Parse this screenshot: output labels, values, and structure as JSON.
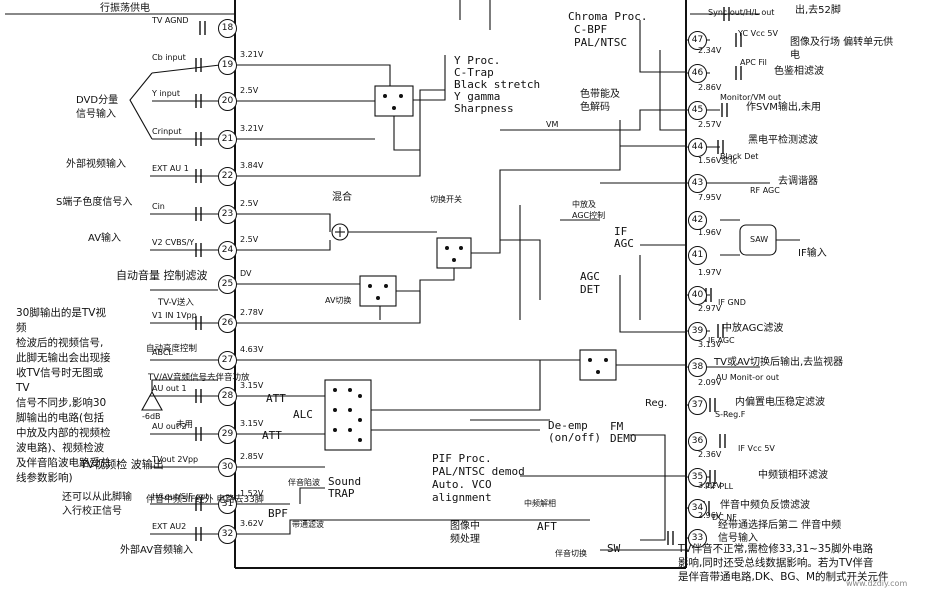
{
  "left_pins": [
    {
      "num": "18",
      "label": "TV AGND",
      "voltage": "",
      "desc": ""
    },
    {
      "num": "19",
      "label": "Cb input",
      "voltage": "3.21V",
      "desc": ""
    },
    {
      "num": "20",
      "label": "Y input",
      "voltage": "2.5V",
      "desc": ""
    },
    {
      "num": "21",
      "label": "Crinput",
      "voltage": "3.21V",
      "desc": ""
    },
    {
      "num": "22",
      "label": "EXT AU 1",
      "voltage": "3.84V",
      "desc": "外部视频输入"
    },
    {
      "num": "23",
      "label": "Cin",
      "voltage": "2.5V",
      "desc": "S端子色度信号入"
    },
    {
      "num": "24",
      "label": "V2 CVBS/Y",
      "voltage": "2.5V",
      "desc": "AV输入"
    },
    {
      "num": "25",
      "label": "",
      "voltage": "DV",
      "desc": "自动音量 控制滤波"
    },
    {
      "num": "26",
      "label": "V1 IN 1Vpp",
      "voltage": "2.78V",
      "desc": "TV-V送入"
    },
    {
      "num": "27",
      "label": "ABCL",
      "voltage": "4.63V",
      "desc": "自动亮度控制"
    },
    {
      "num": "28",
      "label": "AU out 1",
      "voltage": "3.15V",
      "desc": "TV/AV音频信号去伴音功放"
    },
    {
      "num": "29",
      "label": "AU out 2",
      "voltage": "3.15V",
      "desc": "未用"
    },
    {
      "num": "30",
      "label": "TVout 2Vpp",
      "voltage": "2.85V",
      "desc": "TV视频检 波输出"
    },
    {
      "num": "31",
      "label": "H/Lout/SIF out",
      "voltage": "1.52V",
      "desc": "伴音中频SIF经外 电路去33脚"
    },
    {
      "num": "32",
      "label": "EXT AU2",
      "voltage": "3.62V",
      "desc": "外部AV音频输入"
    }
  ],
  "right_pins": [
    {
      "num": "47",
      "label": "YC Vcc 5V",
      "voltage": "",
      "desc": "图像及行场 偏转单元供电"
    },
    {
      "num": "46",
      "label": "APC Fil",
      "voltage": "2.34V",
      "desc": "色鉴相滤波"
    },
    {
      "num": "45",
      "label": "Monitor/VM out",
      "voltage": "2.86V",
      "desc": "作SVM输出,未用"
    },
    {
      "num": "44",
      "label": "Black Det",
      "voltage": "2.57V",
      "desc": "黑电平检测滤波"
    },
    {
      "num": "43",
      "label": "RF AGC",
      "voltage": "1.56V变化",
      "desc": "去调谐器"
    },
    {
      "num": "42",
      "label": "",
      "voltage": "7.95V",
      "desc": ""
    },
    {
      "num": "41",
      "label": "",
      "voltage": "1.96V",
      "desc": "IF输入"
    },
    {
      "num": "40",
      "label": "IF GND",
      "voltage": "1.97V",
      "desc": ""
    },
    {
      "num": "39",
      "label": "IF AGC",
      "voltage": "2.97V",
      "desc": "中放AGC滤波"
    },
    {
      "num": "38",
      "label": "AU Monit-or out",
      "voltage": "3.13V",
      "desc": "TV或AV切换后输出,去监视器"
    },
    {
      "num": "37",
      "label": "S-Reg.F",
      "voltage": "2.09V",
      "desc": "内偏置电压稳定滤波"
    },
    {
      "num": "36",
      "label": "IF Vcc 5V",
      "voltage": "",
      "desc": ""
    },
    {
      "num": "35",
      "label": "PIF PLL",
      "voltage": "2.36V",
      "desc": "中频锁相环滤波"
    },
    {
      "num": "34",
      "label": "DC NF",
      "voltage": "3.12V",
      "desc": "伴音中频负反馈滤波"
    },
    {
      "num": "33",
      "label": "",
      "voltage": "2.96V",
      "desc": "经带通选择后第二 伴音中频信号输入"
    }
  ],
  "top": {
    "left_label": "行振荡供电",
    "right_top": "Sync out/H/L out",
    "right_top_desc": "出,去52脚"
  },
  "blocks": {
    "yproc": [
      "Y Proc.",
      "C-Trap",
      "Black stretch",
      "Y gamma",
      "Sharpness"
    ],
    "chroma": [
      "Chroma Proc.",
      "C-BPF",
      "PAL/NTSC"
    ],
    "chroma_cn": [
      "色带能及",
      "色解码"
    ],
    "vm": "VM",
    "mix": "混合",
    "switch": "切换开关",
    "av_switch": "AV切换",
    "if_agc_cn": [
      "中放及",
      "AGC控制"
    ],
    "if_agc": [
      "IF",
      "AGC"
    ],
    "agc_det": [
      "AGC",
      "DET"
    ],
    "alc": "ALC",
    "att1": "ATT",
    "att2": "ATT",
    "deemp": [
      "De-emp",
      "(on/off)"
    ],
    "fm": [
      "FM",
      "DEMO"
    ],
    "sound_trap_cn": "伴音陷波",
    "sound_trap": [
      "Sound",
      "TRAP"
    ],
    "bpf": "BPF",
    "bpf_cn": "带通滤波",
    "pif": [
      "PIF Proc.",
      "PAL/NTSC demod",
      "Auto. VCO",
      "alignment"
    ],
    "pif_cn": "中频解相",
    "img_if_cn": [
      "图像中",
      "频处理"
    ],
    "aft": "AFT",
    "sw": "SW",
    "sw_cn": "伴音切换",
    "reg": "Reg.",
    "saw": "SAW",
    "minus6db": "-6dB"
  },
  "notes": {
    "dvd": [
      "DVD分量",
      "信号输入"
    ],
    "pin30": [
      "30脚输出的是TV视频",
      "检波后的视频信号,",
      "此脚无输出会出现接",
      "收TV信号时无图或TV",
      "信号不同步,影响30",
      "脚输出的电路(包括",
      "中放及内部的视频检",
      "波电路)、视频检波",
      "及伴音陷波电路受总",
      "线参数影响)"
    ],
    "pin31": [
      "还可以从此脚输",
      "入行校正信号"
    ],
    "bottom": [
      "TV伴音不正常,需检修33,31~35脚外电路",
      "影响,同时还受总线数据影响。若为TV伴音",
      "是伴音带通电路,DK、BG、M的制式开关元件"
    ],
    "watermark": "www.dzdiy.com"
  }
}
